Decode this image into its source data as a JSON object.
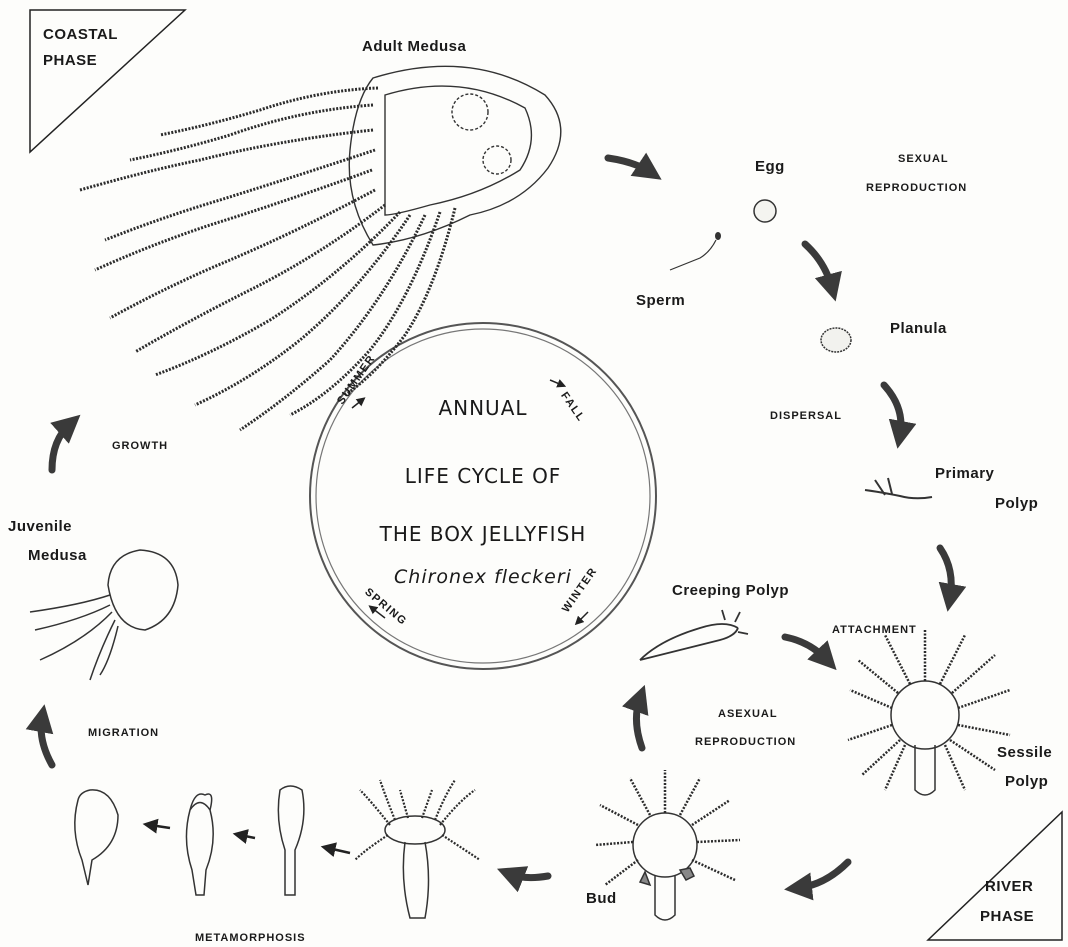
{
  "phases": {
    "coastal": [
      "COASTAL",
      "PHASE"
    ],
    "river": [
      "RIVER",
      "PHASE"
    ]
  },
  "stages": {
    "adult_medusa": "Adult Medusa",
    "egg": "Egg",
    "sperm": "Sperm",
    "planula": "Planula",
    "primary_polyp": [
      "Primary",
      "Polyp"
    ],
    "creeping_polyp": "Creeping Polyp",
    "sessile_polyp": [
      "Sessile",
      "Polyp"
    ],
    "bud": "Bud",
    "juvenile_medusa": [
      "Juvenile",
      "Medusa"
    ]
  },
  "processes": {
    "sexual_reproduction": [
      "SEXUAL",
      "REPRODUCTION"
    ],
    "dispersal": "DISPERSAL",
    "attachment": "ATTACHMENT",
    "asexual_reproduction": [
      "ASEXUAL",
      "REPRODUCTION"
    ],
    "metamorphosis": "METAMORPHOSIS",
    "migration": "MIGRATION",
    "growth": "GROWTH"
  },
  "center": {
    "lines": [
      "ANNUAL",
      "LIFE CYCLE OF",
      "THE BOX JELLYFISH"
    ],
    "species": "Chironex fleckeri",
    "seasons": {
      "summer": "SUMMER",
      "fall": "FALL",
      "winter": "WINTER",
      "spring": "SPRING"
    }
  },
  "colors": {
    "ink": "#1a1a1a",
    "paper": "#fdfdfb",
    "arrow": "#3a3a3a"
  }
}
